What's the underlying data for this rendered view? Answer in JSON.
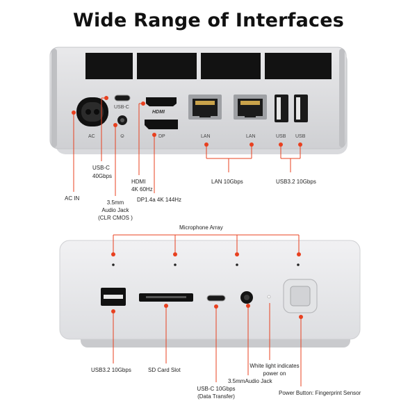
{
  "title": "Wide Range of Interfaces",
  "accent_color": "#e8401f",
  "rear_panel": {
    "port_labels": {
      "ac": "AC",
      "usbc": "USB-C",
      "dp": "DP",
      "lan1": "LAN",
      "lan2": "LAN",
      "usb1": "USB",
      "usb2": "USB"
    },
    "hdmi_logo": "HDMI",
    "callouts": {
      "ac_in": "AC IN",
      "usbc_line1": "USB-C",
      "usbc_line2": "40Gbps",
      "audio_line1": "3.5mm",
      "audio_line2": "Audio Jack",
      "audio_line3": "(CLR CMOS )",
      "hdmi_line1": "HDMI",
      "hdmi_line2": "4K 60Hz",
      "dp": "DP1.4a 4K 144Hz",
      "lan": "LAN 10Gbps",
      "usb": "USB3.2 10Gbps"
    }
  },
  "front_panel": {
    "callouts": {
      "mic": "Microphone Array",
      "usb": "USB3.2 10Gbps",
      "sd": "SD Card Slot",
      "usbc_line1": "USB-C 10Gbps",
      "usbc_line2": "(Data Transfer)",
      "audio": "3.5mmAudio Jack",
      "light_line1": "White light indicates",
      "light_line2": "power on",
      "power": "Power Button: Fingerprint Sensor"
    }
  }
}
